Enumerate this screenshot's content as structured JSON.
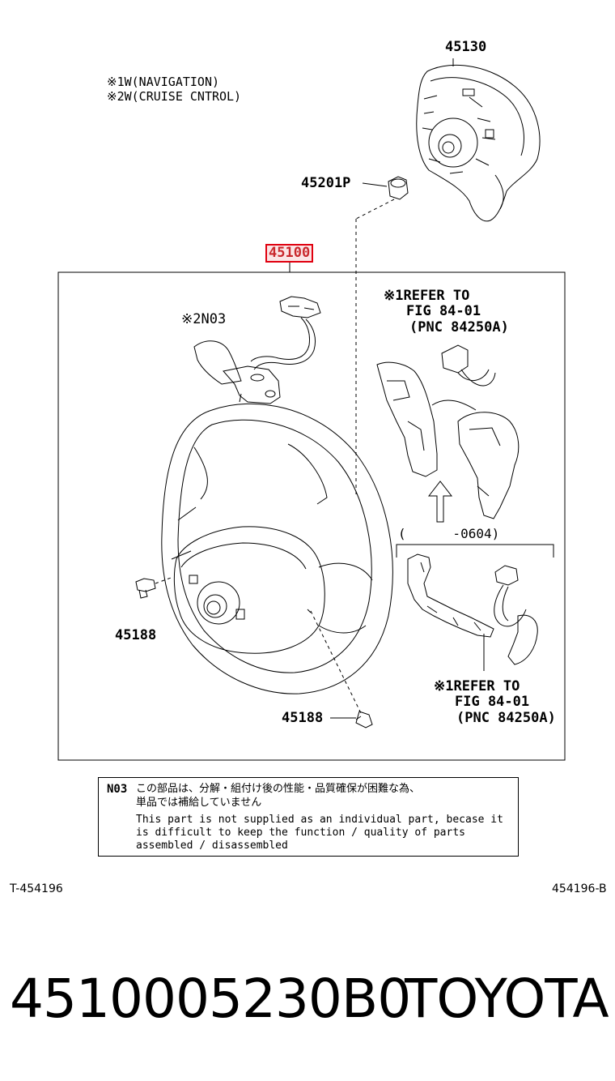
{
  "legend": {
    "line1": "※1W(NAVIGATION)",
    "line2": "※2W(CRUISE CNTROL)"
  },
  "parts": {
    "p45130": "45130",
    "p45201p": "45201P",
    "p45100": "45100",
    "n03": "※2N03",
    "p45188_left": "45188",
    "p45188_bottom": "45188"
  },
  "refer_top": {
    "line1": "※1REFER TO",
    "line2": "FIG 84-01",
    "line3": "(PNC 84250A)"
  },
  "refer_bottom": {
    "line1": "※1REFER TO",
    "line2": "FIG 84-01",
    "line3": "(PNC 84250A)"
  },
  "date_range": "(      -0604)",
  "note_box": {
    "code": "N03",
    "jp_line1": "この部品は、分解・組付け後の性能・品質確保が困難な為、",
    "jp_line2": "単品では補給していません",
    "en_text": "This part is not supplied as an individual part, becase it is difficult to keep the function / quality of parts assembled / disassembled"
  },
  "ref_left": "T-454196",
  "ref_right": "454196-B",
  "footer": {
    "part_number": "4510005230B0",
    "brand": "TOYOTA"
  },
  "colors": {
    "highlight": "#e0000f",
    "line": "#000000"
  }
}
